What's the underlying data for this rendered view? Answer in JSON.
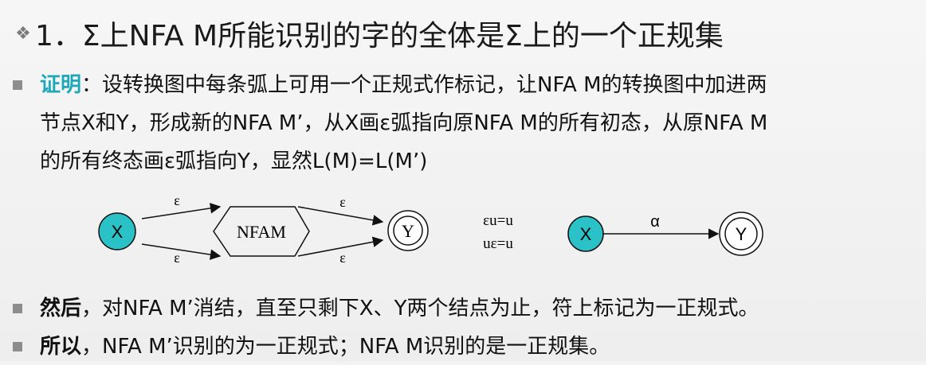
{
  "title": {
    "number": "1．",
    "text": "Σ上NFA M所能识别的字的全体是Σ上的一个正规集"
  },
  "proof": {
    "keyword": "证明",
    "colon": "：",
    "line1": "设转换图中每条弧上可用一个正规式作标记，让NFA M的转换图中加进两",
    "line2": "节点X和Y，形成新的NFA M’，从X画ε弧指向原NFA M的所有初态，从原NFA M",
    "line3": "的所有终态画ε弧指向Y，显然L(M)=L(M’)"
  },
  "diagram": {
    "node_x": "X",
    "node_nfam": "NFAM",
    "node_y": "Y",
    "epsilon": "ε",
    "rule1": "εu=u",
    "rule2": "uε=u",
    "node_x2": "X",
    "node_y2": "Y",
    "alpha": "α",
    "colors": {
      "teal": "#2bc2c7",
      "stroke": "#111111"
    }
  },
  "then": {
    "keyword": "然后",
    "rest": "，对NFA M’消结，直至只剩下X、Y两个结点为止，符上标记为一正规式。"
  },
  "therefore": {
    "keyword": "所以",
    "rest": "，NFA M’识别的为一正规式；NFA M识别的是一正规集。"
  }
}
